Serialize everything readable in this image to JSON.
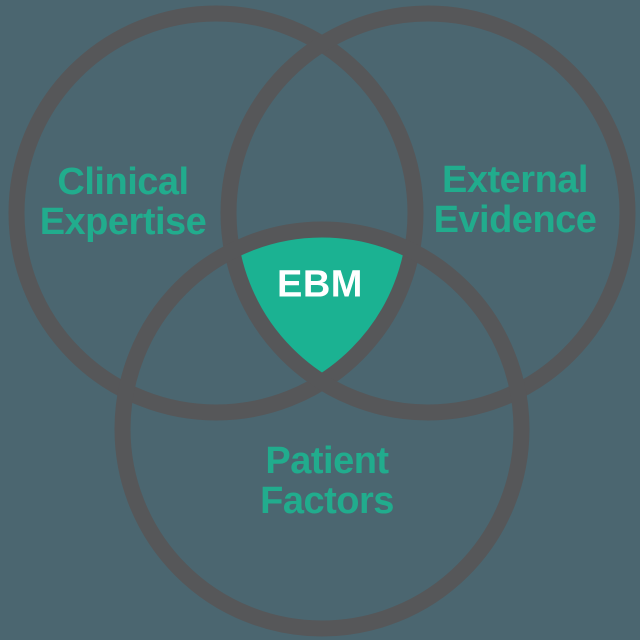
{
  "colors": {
    "background": "#4B6670",
    "circle_outline": "#565759",
    "intersection_fill": "#1BB292",
    "label_text": "#21AC8D",
    "center_label_text": "#FFFFFF"
  },
  "venn": {
    "center_label": "EBM",
    "circles": [
      {
        "id": "clinical-expertise",
        "line1": "Clinical",
        "line2": "Expertise"
      },
      {
        "id": "external-evidence",
        "line1": "External",
        "line2": "Evidence"
      },
      {
        "id": "patient-factors",
        "line1": "Patient",
        "line2": "Factors"
      }
    ]
  }
}
